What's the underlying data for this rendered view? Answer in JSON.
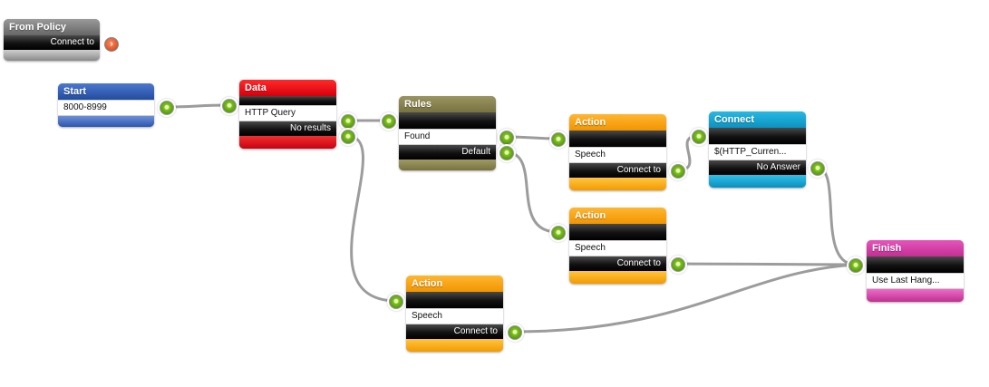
{
  "nodes": {
    "from_policy": {
      "title": "From Policy",
      "rows": [
        "Connect to"
      ],
      "color": "#8a8a8a"
    },
    "start": {
      "title": "Start",
      "rows": [
        "8000-8999"
      ],
      "color": "#2a56b0",
      "icon": "grid-icon"
    },
    "data": {
      "title": "Data",
      "rows": [
        "HTTP Query",
        "No results"
      ],
      "color": "#e40010",
      "icon": "database-icon"
    },
    "rules": {
      "title": "Rules",
      "rows": [
        "Found",
        "Default"
      ],
      "color": "#858050",
      "icon": "question-icon"
    },
    "action1": {
      "title": "Action",
      "rows": [
        "Speech",
        "Connect to"
      ],
      "color": "#ffa200",
      "icon": "speech-bubble-icon"
    },
    "action2": {
      "title": "Action",
      "rows": [
        "Speech",
        "Connect to"
      ],
      "color": "#ffa200",
      "icon": "speech-bubble-icon"
    },
    "action3": {
      "title": "Action",
      "rows": [
        "Speech",
        "Connect to"
      ],
      "color": "#ffa200",
      "icon": "speech-bubble-icon"
    },
    "connect": {
      "title": "Connect",
      "rows": [
        "$(HTTP_Curren...",
        "No Answer"
      ],
      "color": "#12a0cc",
      "icon": "refresh-icon"
    },
    "finish": {
      "title": "Finish",
      "rows": [
        "Use Last Hang..."
      ],
      "color": "#d63ea8",
      "icon": "phone-icon"
    }
  }
}
